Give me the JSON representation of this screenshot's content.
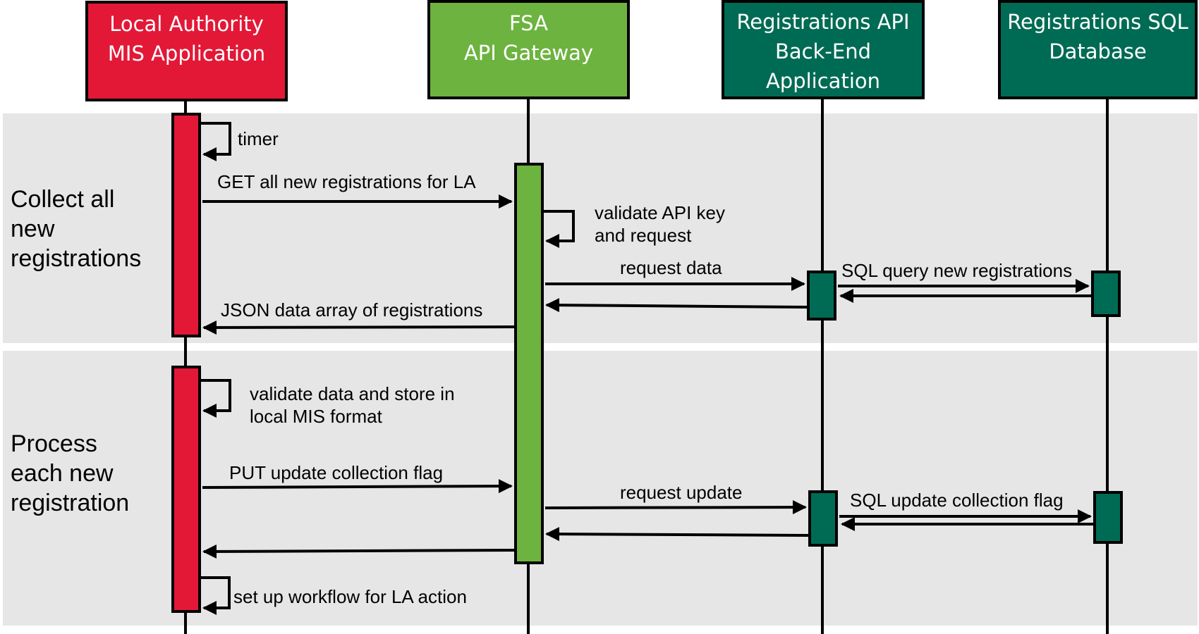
{
  "colors": {
    "local_authority": "#e31837",
    "gateway": "#6db33f",
    "backend": "#006b54",
    "band": "#e6e6e6"
  },
  "participants": {
    "local_authority": [
      "Local Authority",
      "MIS Application"
    ],
    "gateway": [
      "FSA",
      "API Gateway"
    ],
    "backend": [
      "Registrations API",
      "Back-End",
      "Application"
    ],
    "database": [
      "Registrations SQL",
      "Database"
    ]
  },
  "phases": {
    "collect": "Collect all\nnew\nregistrations",
    "process": "Process\neach new\nregistration"
  },
  "messages": {
    "timer": "timer",
    "get_new": "GET all new registrations for LA",
    "validate_key": "validate API key\nand request",
    "request_data": "request data",
    "sql_query": "SQL query new registrations",
    "json_array": "JSON data array of registrations",
    "validate_store": "validate data and store in\nlocal MIS format",
    "put_flag": "PUT update collection flag",
    "request_update": "request update",
    "sql_update": "SQL update collection flag",
    "workflow": "set up workflow for LA action"
  }
}
